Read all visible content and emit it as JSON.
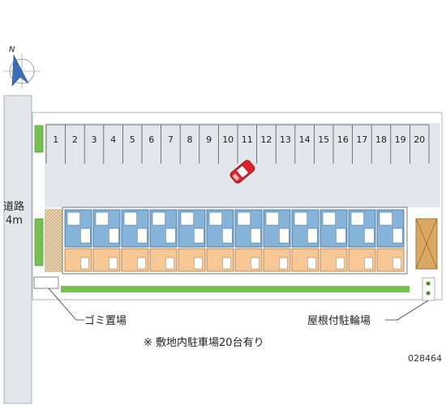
{
  "compass": {
    "north_label": "N"
  },
  "road": {
    "label_line1": "道路",
    "label_line2": "4m"
  },
  "parking": {
    "stalls": [
      "1",
      "2",
      "3",
      "4",
      "5",
      "6",
      "7",
      "8",
      "9",
      "10",
      "11",
      "12",
      "13",
      "14",
      "15",
      "16",
      "17",
      "18",
      "19",
      "20"
    ]
  },
  "callouts": {
    "garbage": "ゴミ置場",
    "bicycle": "屋根付駐輪場"
  },
  "note": "※ 敷地内駐車場20台有り",
  "property_code": "028464",
  "colors": {
    "lot": "#e2e6ea",
    "road": "#e2e6ea",
    "upper_units": "#86b3d8",
    "lower_units": "#f7c896",
    "grass": "#76c04f",
    "car": "#e0202a",
    "bike_shelter": "#d9a861"
  }
}
